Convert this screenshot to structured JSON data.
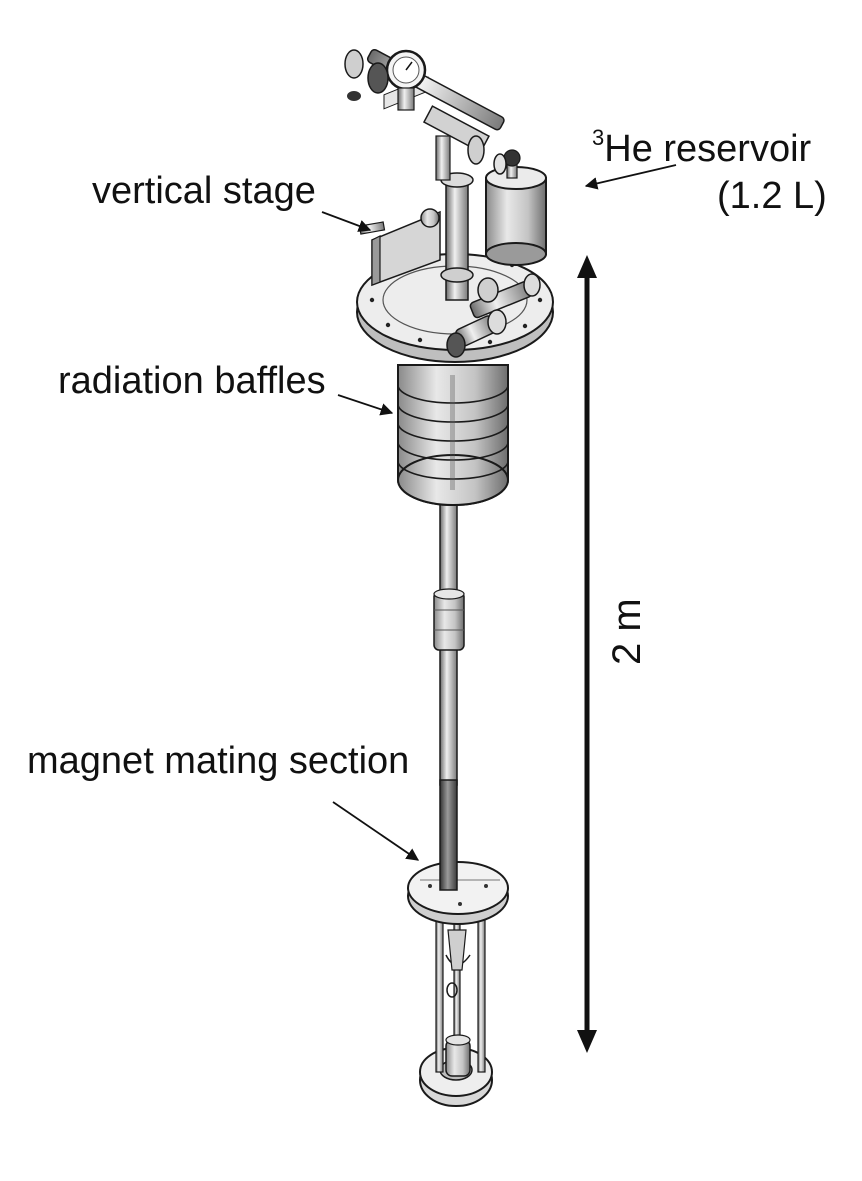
{
  "labels": {
    "vertical_stage": "vertical stage",
    "radiation_baffles": "radiation baffles",
    "magnet_mating_section": "magnet mating section",
    "he_superscript": "3",
    "he_reservoir": "He reservoir",
    "he_volume": "(1.2 L)",
    "length": "2 m"
  },
  "colors": {
    "metal_light": "#e6e6e6",
    "metal_mid": "#b8b8b8",
    "metal_dark": "#5a5a5a",
    "outline": "#1a1a1a",
    "text": "#111111"
  }
}
